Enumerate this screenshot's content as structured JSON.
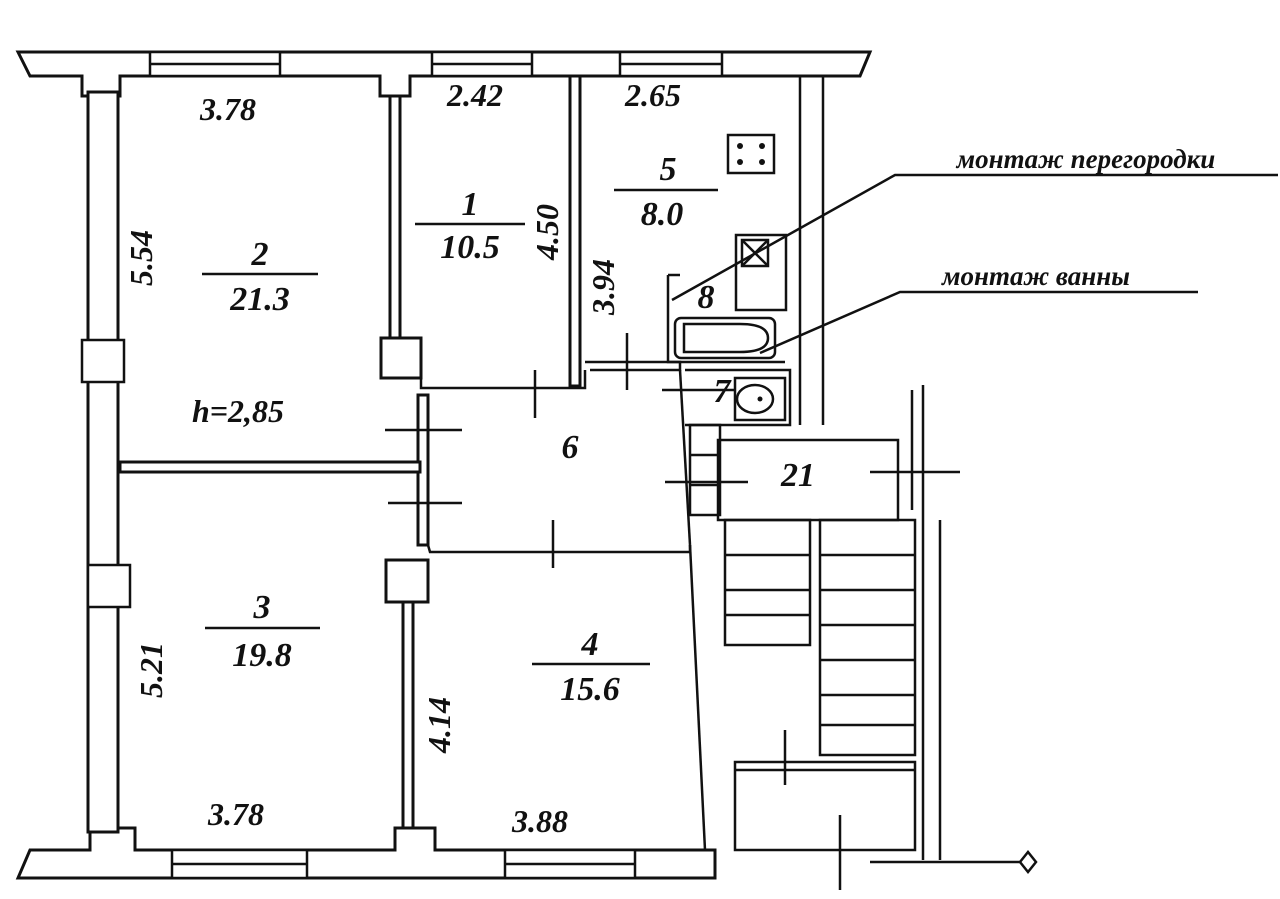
{
  "rooms": {
    "r1": {
      "number": "1",
      "area": "10.5"
    },
    "r2": {
      "number": "2",
      "area": "21.3"
    },
    "r3": {
      "number": "3",
      "area": "19.8"
    },
    "r4": {
      "number": "4",
      "area": "15.6"
    },
    "r5": {
      "number": "5",
      "area": "8.0"
    },
    "r6": {
      "number": "6"
    },
    "r7": {
      "number": "7"
    },
    "r8": {
      "number": "8"
    },
    "r21": {
      "number": "21"
    }
  },
  "dimensions": {
    "top_left": "3.78",
    "top_mid": "2.42",
    "top_right": "2.65",
    "left_upper": "5.54",
    "room1_height": "4.50",
    "room5_side": "3.94",
    "left_lower": "5.21",
    "room4_side": "4.14",
    "bottom_left": "3.78",
    "bottom_mid": "3.88"
  },
  "ceiling_height": "h=2,85",
  "annotations": {
    "partition": "монтаж перегородки",
    "bathtub": "монтаж ванны"
  }
}
